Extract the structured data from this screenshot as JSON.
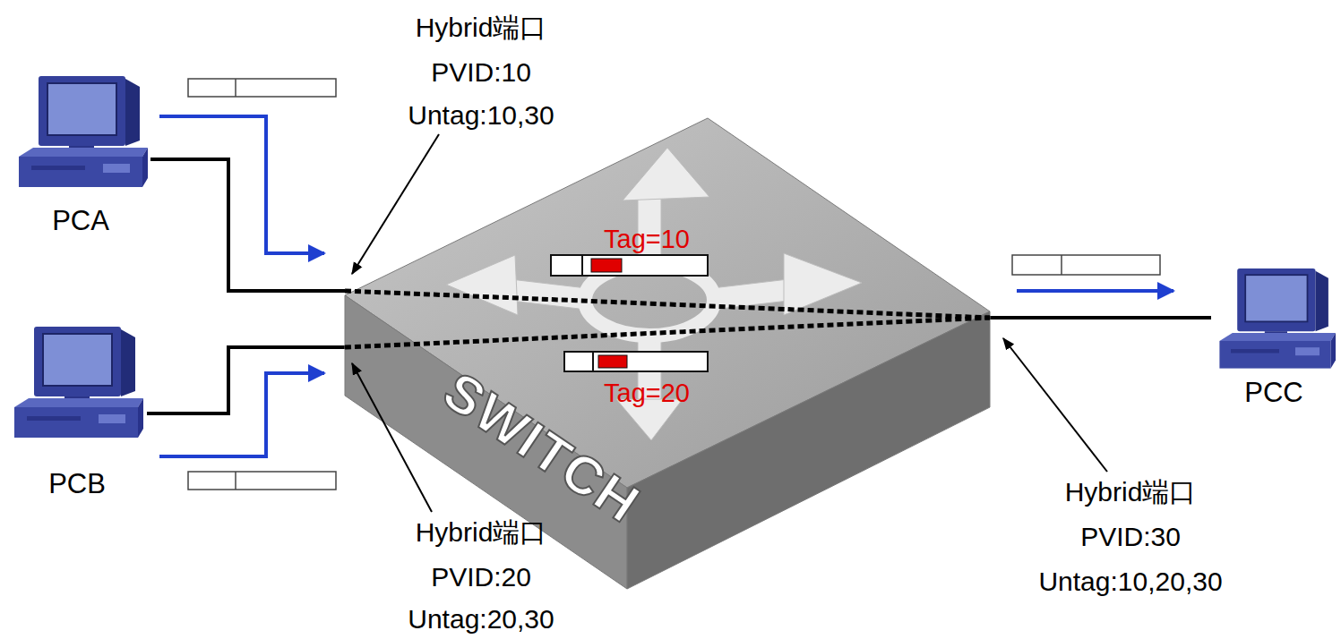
{
  "diagram": {
    "nodes": [
      {
        "text": [
          "PCA"
        ]
      },
      {
        "text": [
          "PCB"
        ]
      },
      {
        "text": [
          "SWITCH"
        ]
      },
      {
        "text": [
          "PCC"
        ]
      }
    ],
    "edges": [
      {
        "from": 0,
        "to": 2,
        "arrow": "none"
      },
      {
        "from": 1,
        "to": 2,
        "arrow": "none"
      },
      {
        "from": 2,
        "to": 3,
        "arrow": "none"
      }
    ],
    "labels": [
      "Hybrid端口",
      "PVID:10",
      "Untag:10,30",
      "Tag=10",
      "Tag=20",
      "Hybrid端口",
      "PVID:20",
      "Untag:20,30",
      "Hybrid端口",
      "PVID:30",
      "Untag:10,20,30"
    ]
  }
}
